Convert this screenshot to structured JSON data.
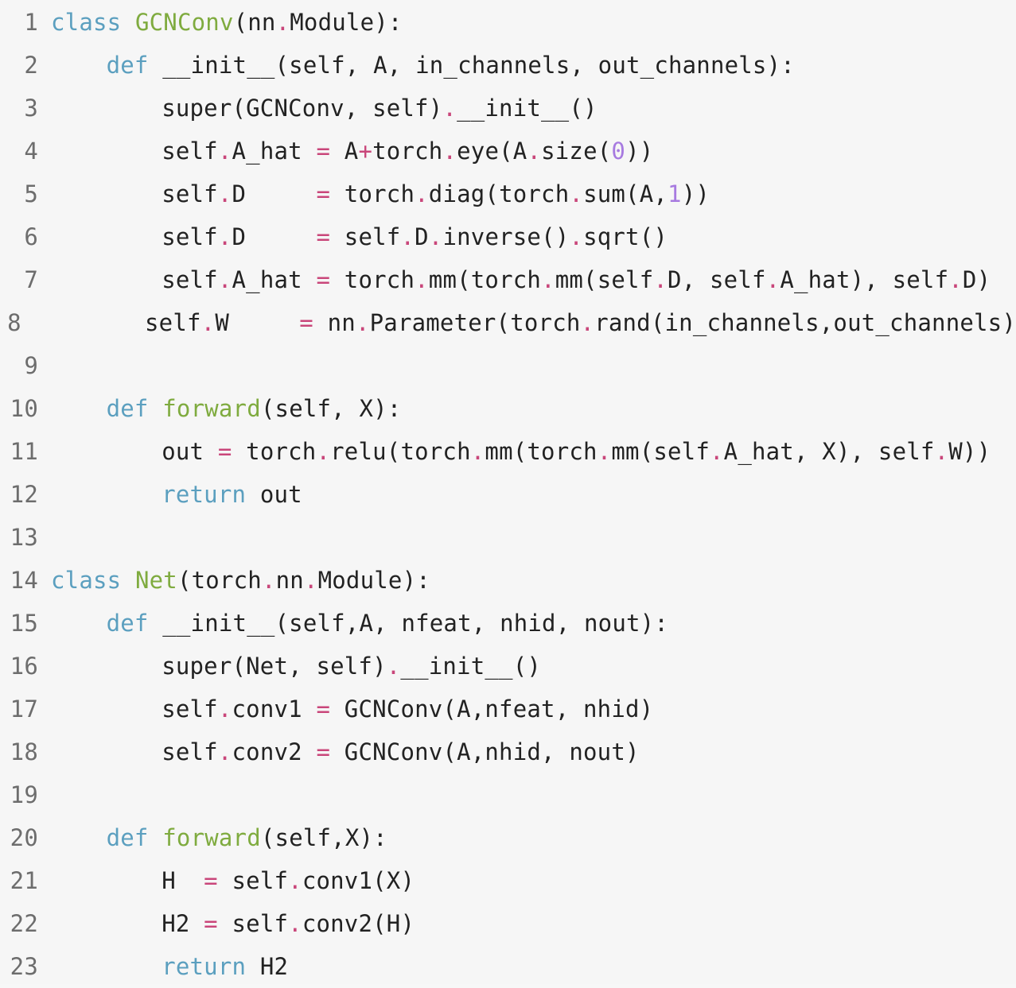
{
  "colors": {
    "background": "#f6f6f6",
    "line_number": "#6d6d6d",
    "keyword": "#5b9fbf",
    "function_name": "#7fab3f",
    "operator": "#c9467a",
    "number": "#a77ae0",
    "text": "#222222"
  },
  "lines": [
    {
      "num": "1",
      "indent": 0,
      "tokens": [
        {
          "t": "class",
          "k": "kw"
        },
        {
          "t": " ",
          "k": "txt"
        },
        {
          "t": "GCNConv",
          "k": "fn"
        },
        {
          "t": "(nn",
          "k": "txt"
        },
        {
          "t": ".",
          "k": "op"
        },
        {
          "t": "Module):",
          "k": "txt"
        }
      ]
    },
    {
      "num": "2",
      "indent": 4,
      "tokens": [
        {
          "t": "def",
          "k": "kw"
        },
        {
          "t": " __init__(self, A, in_channels, out_channels):",
          "k": "txt"
        }
      ]
    },
    {
      "num": "3",
      "indent": 8,
      "tokens": [
        {
          "t": "super(GCNConv, self)",
          "k": "txt"
        },
        {
          "t": ".",
          "k": "op"
        },
        {
          "t": "__init__()",
          "k": "txt"
        }
      ]
    },
    {
      "num": "4",
      "indent": 8,
      "tokens": [
        {
          "t": "self",
          "k": "txt"
        },
        {
          "t": ".",
          "k": "op"
        },
        {
          "t": "A_hat ",
          "k": "txt"
        },
        {
          "t": "=",
          "k": "op"
        },
        {
          "t": " A",
          "k": "txt"
        },
        {
          "t": "+",
          "k": "op"
        },
        {
          "t": "torch",
          "k": "txt"
        },
        {
          "t": ".",
          "k": "op"
        },
        {
          "t": "eye(A",
          "k": "txt"
        },
        {
          "t": ".",
          "k": "op"
        },
        {
          "t": "size(",
          "k": "txt"
        },
        {
          "t": "0",
          "k": "num"
        },
        {
          "t": "))",
          "k": "txt"
        }
      ]
    },
    {
      "num": "5",
      "indent": 8,
      "tokens": [
        {
          "t": "self",
          "k": "txt"
        },
        {
          "t": ".",
          "k": "op"
        },
        {
          "t": "D     ",
          "k": "txt"
        },
        {
          "t": "=",
          "k": "op"
        },
        {
          "t": " torch",
          "k": "txt"
        },
        {
          "t": ".",
          "k": "op"
        },
        {
          "t": "diag(torch",
          "k": "txt"
        },
        {
          "t": ".",
          "k": "op"
        },
        {
          "t": "sum(A,",
          "k": "txt"
        },
        {
          "t": "1",
          "k": "num"
        },
        {
          "t": "))",
          "k": "txt"
        }
      ]
    },
    {
      "num": "6",
      "indent": 8,
      "tokens": [
        {
          "t": "self",
          "k": "txt"
        },
        {
          "t": ".",
          "k": "op"
        },
        {
          "t": "D     ",
          "k": "txt"
        },
        {
          "t": "=",
          "k": "op"
        },
        {
          "t": " self",
          "k": "txt"
        },
        {
          "t": ".",
          "k": "op"
        },
        {
          "t": "D",
          "k": "txt"
        },
        {
          "t": ".",
          "k": "op"
        },
        {
          "t": "inverse()",
          "k": "txt"
        },
        {
          "t": ".",
          "k": "op"
        },
        {
          "t": "sqrt()",
          "k": "txt"
        }
      ]
    },
    {
      "num": "7",
      "indent": 8,
      "tokens": [
        {
          "t": "self",
          "k": "txt"
        },
        {
          "t": ".",
          "k": "op"
        },
        {
          "t": "A_hat ",
          "k": "txt"
        },
        {
          "t": "=",
          "k": "op"
        },
        {
          "t": " torch",
          "k": "txt"
        },
        {
          "t": ".",
          "k": "op"
        },
        {
          "t": "mm(torch",
          "k": "txt"
        },
        {
          "t": ".",
          "k": "op"
        },
        {
          "t": "mm(self",
          "k": "txt"
        },
        {
          "t": ".",
          "k": "op"
        },
        {
          "t": "D, self",
          "k": "txt"
        },
        {
          "t": ".",
          "k": "op"
        },
        {
          "t": "A_hat), self",
          "k": "txt"
        },
        {
          "t": ".",
          "k": "op"
        },
        {
          "t": "D)",
          "k": "txt"
        }
      ]
    },
    {
      "num": "8",
      "indent": 8,
      "tokens": [
        {
          "t": "self",
          "k": "txt"
        },
        {
          "t": ".",
          "k": "op"
        },
        {
          "t": "W     ",
          "k": "txt"
        },
        {
          "t": "=",
          "k": "op"
        },
        {
          "t": " nn",
          "k": "txt"
        },
        {
          "t": ".",
          "k": "op"
        },
        {
          "t": "Parameter(torch",
          "k": "txt"
        },
        {
          "t": ".",
          "k": "op"
        },
        {
          "t": "rand(in_channels,out_channels)",
          "k": "txt"
        }
      ]
    },
    {
      "num": "9",
      "indent": 0,
      "tokens": []
    },
    {
      "num": "10",
      "indent": 4,
      "tokens": [
        {
          "t": "def",
          "k": "kw"
        },
        {
          "t": " ",
          "k": "txt"
        },
        {
          "t": "forward",
          "k": "fn"
        },
        {
          "t": "(self, X):",
          "k": "txt"
        }
      ]
    },
    {
      "num": "11",
      "indent": 8,
      "tokens": [
        {
          "t": "out ",
          "k": "txt"
        },
        {
          "t": "=",
          "k": "op"
        },
        {
          "t": " torch",
          "k": "txt"
        },
        {
          "t": ".",
          "k": "op"
        },
        {
          "t": "relu(torch",
          "k": "txt"
        },
        {
          "t": ".",
          "k": "op"
        },
        {
          "t": "mm(torch",
          "k": "txt"
        },
        {
          "t": ".",
          "k": "op"
        },
        {
          "t": "mm(self",
          "k": "txt"
        },
        {
          "t": ".",
          "k": "op"
        },
        {
          "t": "A_hat, X), self",
          "k": "txt"
        },
        {
          "t": ".",
          "k": "op"
        },
        {
          "t": "W))",
          "k": "txt"
        }
      ]
    },
    {
      "num": "12",
      "indent": 8,
      "tokens": [
        {
          "t": "return",
          "k": "kw"
        },
        {
          "t": " out",
          "k": "txt"
        }
      ]
    },
    {
      "num": "13",
      "indent": 0,
      "tokens": []
    },
    {
      "num": "14",
      "indent": 0,
      "tokens": [
        {
          "t": "class",
          "k": "kw"
        },
        {
          "t": " ",
          "k": "txt"
        },
        {
          "t": "Net",
          "k": "fn"
        },
        {
          "t": "(torch",
          "k": "txt"
        },
        {
          "t": ".",
          "k": "op"
        },
        {
          "t": "nn",
          "k": "txt"
        },
        {
          "t": ".",
          "k": "op"
        },
        {
          "t": "Module):",
          "k": "txt"
        }
      ]
    },
    {
      "num": "15",
      "indent": 4,
      "tokens": [
        {
          "t": "def",
          "k": "kw"
        },
        {
          "t": " __init__(self,A, nfeat, nhid, nout):",
          "k": "txt"
        }
      ]
    },
    {
      "num": "16",
      "indent": 8,
      "tokens": [
        {
          "t": "super(Net, self)",
          "k": "txt"
        },
        {
          "t": ".",
          "k": "op"
        },
        {
          "t": "__init__()",
          "k": "txt"
        }
      ]
    },
    {
      "num": "17",
      "indent": 8,
      "tokens": [
        {
          "t": "self",
          "k": "txt"
        },
        {
          "t": ".",
          "k": "op"
        },
        {
          "t": "conv1 ",
          "k": "txt"
        },
        {
          "t": "=",
          "k": "op"
        },
        {
          "t": " GCNConv(A,nfeat, nhid)",
          "k": "txt"
        }
      ]
    },
    {
      "num": "18",
      "indent": 8,
      "tokens": [
        {
          "t": "self",
          "k": "txt"
        },
        {
          "t": ".",
          "k": "op"
        },
        {
          "t": "conv2 ",
          "k": "txt"
        },
        {
          "t": "=",
          "k": "op"
        },
        {
          "t": " GCNConv(A,nhid, nout)",
          "k": "txt"
        }
      ]
    },
    {
      "num": "19",
      "indent": 0,
      "tokens": []
    },
    {
      "num": "20",
      "indent": 4,
      "tokens": [
        {
          "t": "def",
          "k": "kw"
        },
        {
          "t": " ",
          "k": "txt"
        },
        {
          "t": "forward",
          "k": "fn"
        },
        {
          "t": "(self,X):",
          "k": "txt"
        }
      ]
    },
    {
      "num": "21",
      "indent": 8,
      "tokens": [
        {
          "t": "H  ",
          "k": "txt"
        },
        {
          "t": "=",
          "k": "op"
        },
        {
          "t": " self",
          "k": "txt"
        },
        {
          "t": ".",
          "k": "op"
        },
        {
          "t": "conv1(X)",
          "k": "txt"
        }
      ]
    },
    {
      "num": "22",
      "indent": 8,
      "tokens": [
        {
          "t": "H2 ",
          "k": "txt"
        },
        {
          "t": "=",
          "k": "op"
        },
        {
          "t": " self",
          "k": "txt"
        },
        {
          "t": ".",
          "k": "op"
        },
        {
          "t": "conv2(H)",
          "k": "txt"
        }
      ]
    },
    {
      "num": "23",
      "indent": 8,
      "tokens": [
        {
          "t": "return",
          "k": "kw"
        },
        {
          "t": " H2",
          "k": "txt"
        }
      ]
    }
  ]
}
